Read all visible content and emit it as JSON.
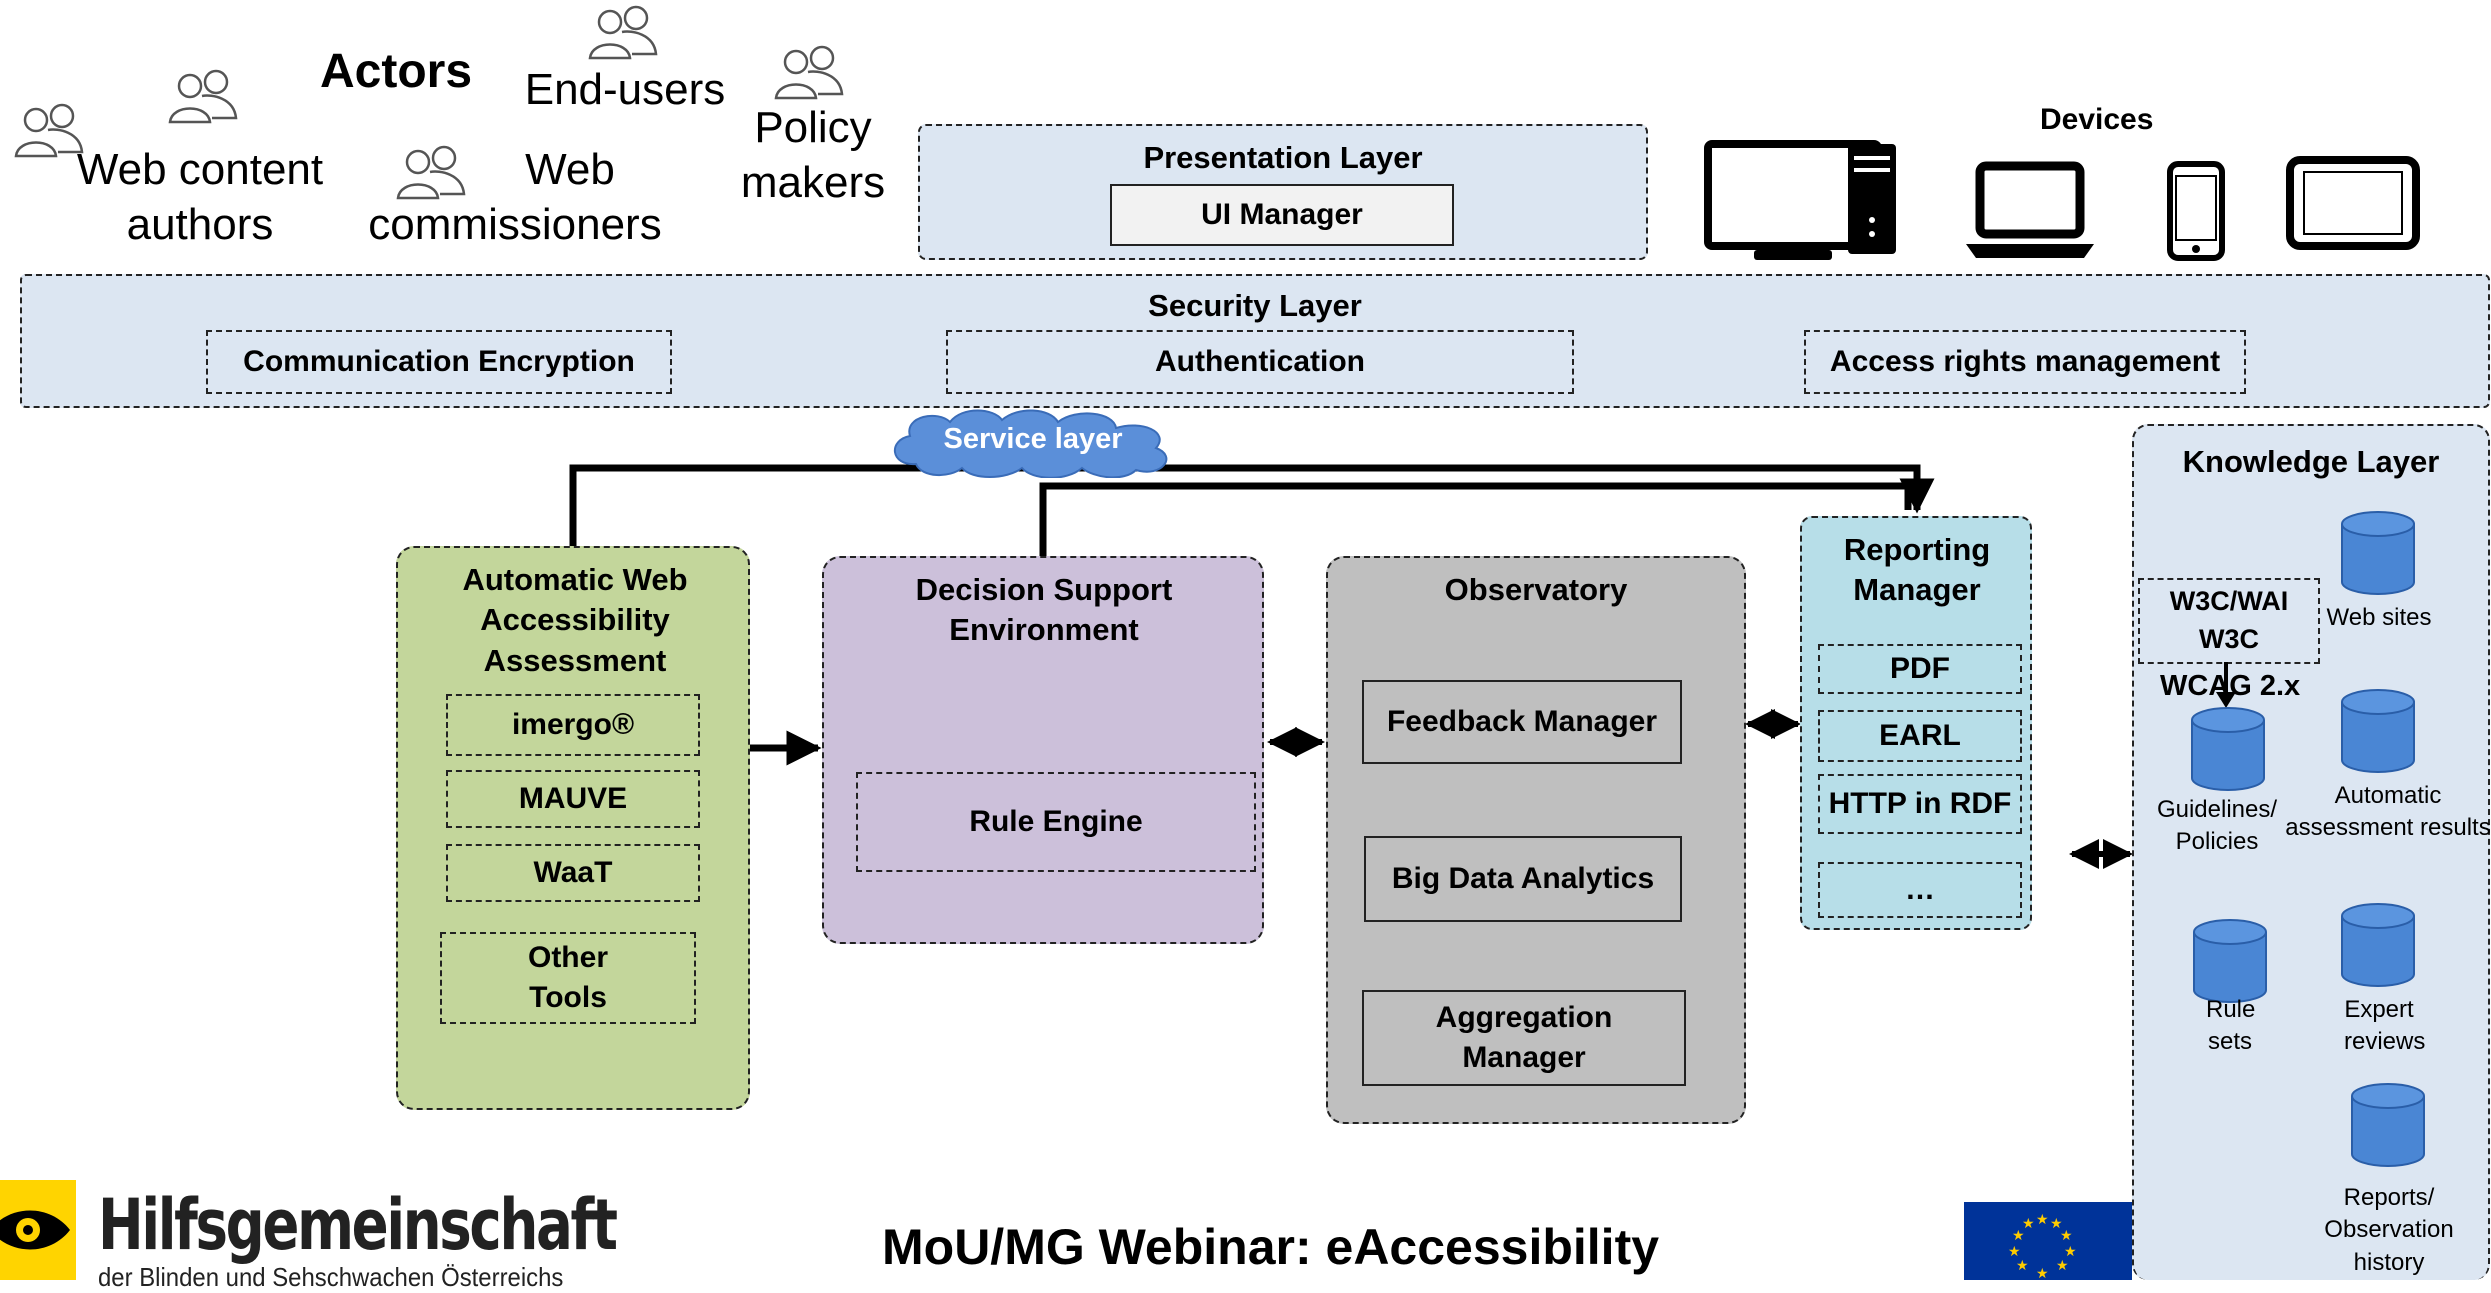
{
  "actors": {
    "heading": "Actors",
    "items": [
      {
        "label": "Web content authors"
      },
      {
        "label": "Web commissioners"
      },
      {
        "label": "End-users"
      },
      {
        "label": "Policy makers"
      }
    ]
  },
  "presentation_layer": {
    "title": "Presentation Layer",
    "ui_manager": "UI Manager"
  },
  "devices": {
    "title": "Devices",
    "items": [
      "desktop-monitor",
      "tower-pc",
      "laptop",
      "smartphone",
      "tablet"
    ]
  },
  "security_layer": {
    "title": "Security Layer",
    "items": [
      "Communication Encryption",
      "Authentication",
      "Access rights management"
    ]
  },
  "service_layer": {
    "label": "Service layer"
  },
  "assessment": {
    "title": "Automatic Web Accessibility Assessment",
    "tools": [
      "imergo®",
      "MAUVE",
      "WaaT",
      "Other Tools"
    ]
  },
  "decision_support": {
    "title": "Decision Support Environment",
    "rule_engine": "Rule Engine"
  },
  "observatory": {
    "title": "Observatory",
    "items": [
      "Feedback Manager",
      "Big Data Analytics",
      "Aggregation Manager"
    ]
  },
  "reporting": {
    "title": "Reporting Manager",
    "formats": [
      "PDF",
      "EARL",
      "HTTP in RDF",
      "…"
    ]
  },
  "knowledge": {
    "title": "Knowledge Layer",
    "w3c_box": "W3C/WAI W3C",
    "wcag_label": "WCAG 2.x",
    "stores": [
      "Web sites",
      "Guidelines/ Policies",
      "Automatic assessment results",
      "Rule sets",
      "Expert reviews",
      "Reports/ Observation history"
    ]
  },
  "footer": {
    "logo_name": "Hilfsgemeinschaft",
    "logo_sub": "der Blinden und Sehschwachen Österreichs",
    "webinar_title": "MoU/MG Webinar: eAccessibility"
  },
  "colors": {
    "layer_bg": "#dce6f2",
    "service_cloud": "#5b8fd9",
    "assessment_bg": "#c3d69b",
    "decision_bg": "#ccc0da",
    "observatory_bg": "#bfbfbf",
    "reporting_bg": "#b7dee8",
    "cylinder": "#4a86d4",
    "logo_yellow": "#ffd400",
    "eu_blue": "#003399",
    "eu_star": "#ffcc00"
  }
}
